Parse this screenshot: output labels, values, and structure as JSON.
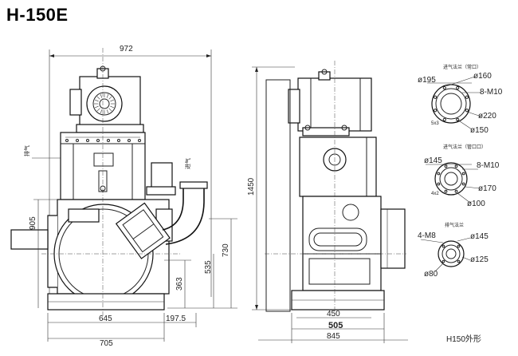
{
  "title": "H-150E",
  "front_view": {
    "dim_width_top": "972",
    "dim_height_905": "905",
    "dim_height_730": "730",
    "dim_height_535": "535",
    "dim_height_363": "363",
    "dim_645": "645",
    "dim_197_5": "197.5",
    "dim_705": "705",
    "label_exhaust": "排气",
    "label_intake": "进气"
  },
  "side_view": {
    "dim_height_1450": "1450",
    "dim_450": "450",
    "dim_505": "505",
    "dim_845": "845"
  },
  "flange_top": {
    "title": "进气法兰（常口）",
    "d195": "ø195",
    "d160": "ø160",
    "bolts": "8-M10",
    "d220": "ø220",
    "d150": "ø150",
    "note": "5x3"
  },
  "flange_mid": {
    "title": "进气法兰（管口口）",
    "d145": "ø145",
    "bolts": "8-M10",
    "d170": "ø170",
    "d100": "ø100",
    "note": "4x2"
  },
  "flange_bottom": {
    "title": "排气法兰",
    "bolts": "4-M8",
    "d145": "ø145",
    "d125": "ø125",
    "d80": "ø80"
  },
  "caption": "H150外形"
}
